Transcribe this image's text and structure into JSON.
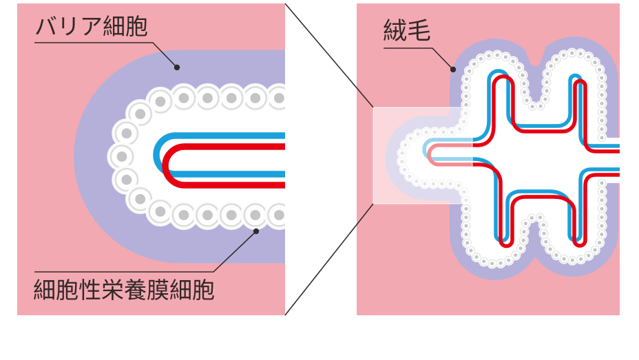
{
  "diagram": {
    "title": "placental villus barrier diagram",
    "left_panel": {
      "label_barrier_cell": "バリア細胞",
      "label_cytotrophoblast": "細胞性栄養膜細胞"
    },
    "right_panel": {
      "label_villus": "絨毛"
    },
    "colors": {
      "page_background": "#ffffff",
      "tissue_pink": "#F3A9B2",
      "barrier_purple": "#B5B0D9",
      "interior_white": "#ffffff",
      "bead_ring": "#DDDDDC",
      "bead_body": "#ffffff",
      "bead_dot": "#C5C4C7",
      "vessel_blue": "#1BA1DB",
      "vessel_red": "#E60012",
      "callout_line": "#332B2B",
      "text": "#322828",
      "zoom_box_overlay": "rgba(255,255,255,0.55)"
    }
  }
}
